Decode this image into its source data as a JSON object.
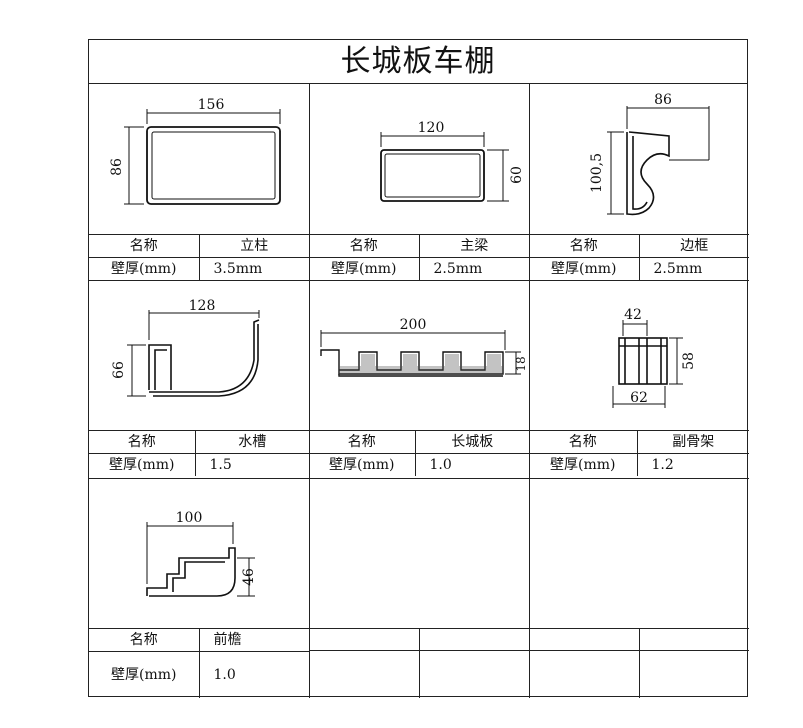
{
  "title": "长城板车棚",
  "labels": {
    "name": "名称",
    "thickness": "壁厚(mm)"
  },
  "parts": [
    {
      "name": "立柱",
      "thickness": "3.5mm",
      "dims": [
        "156",
        "86"
      ]
    },
    {
      "name": "主梁",
      "thickness": "2.5mm",
      "dims": [
        "120",
        "60"
      ]
    },
    {
      "name": "边框",
      "thickness": "2.5mm",
      "dims": [
        "86",
        "100,5"
      ]
    },
    {
      "name": "水槽",
      "thickness": "1.5",
      "dims": [
        "128",
        "66"
      ]
    },
    {
      "name": "长城板",
      "thickness": "1.0",
      "dims": [
        "200",
        "18"
      ]
    },
    {
      "name": "副骨架",
      "thickness": "1.2",
      "dims": [
        "42",
        "58",
        "62"
      ]
    },
    {
      "name": "前檐",
      "thickness": "1.0",
      "dims": [
        "100",
        "46"
      ]
    }
  ]
}
